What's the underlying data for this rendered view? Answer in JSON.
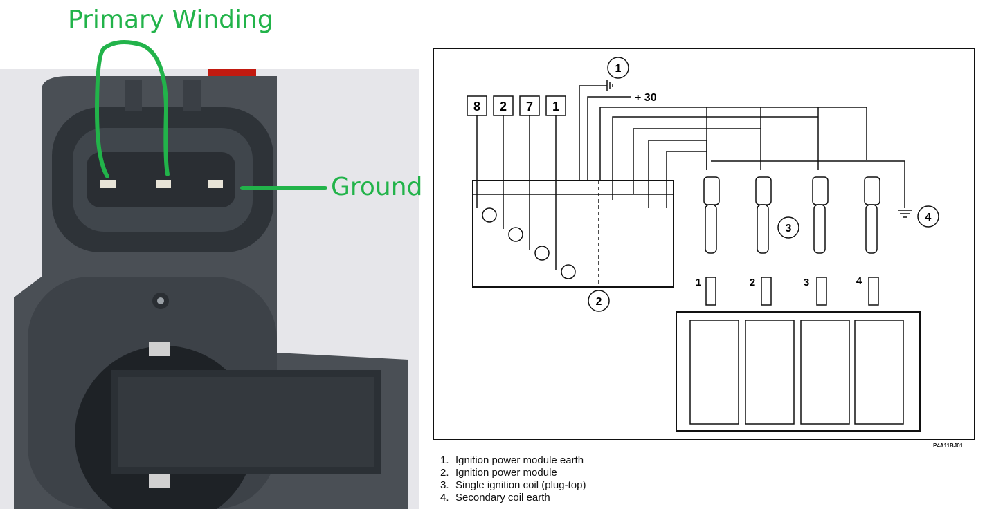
{
  "annotations": {
    "primary_winding": "Primary Winding",
    "ground": "Ground"
  },
  "diagram": {
    "pins": [
      "8",
      "2",
      "7",
      "1"
    ],
    "supply_label": "+ 30",
    "callouts": [
      "1",
      "2",
      "3",
      "4"
    ],
    "cylinder_numbers": [
      "1",
      "2",
      "3",
      "4"
    ],
    "code": "P4A11BJ01"
  },
  "legend": [
    {
      "num": "1.",
      "text": "Ignition power module earth"
    },
    {
      "num": "2.",
      "text": "Ignition power module"
    },
    {
      "num": "3.",
      "text": "Single ignition coil (plug-top)"
    },
    {
      "num": "4.",
      "text": "Secondary coil earth"
    }
  ]
}
